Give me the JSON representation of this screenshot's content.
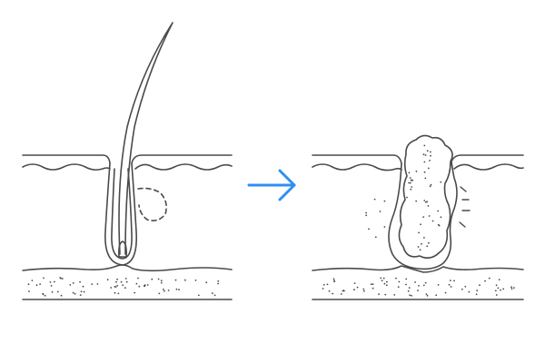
{
  "colors": {
    "line": "#4a4a4a",
    "arrow": "#2f8ff0",
    "background": "#ffffff"
  },
  "panels": [
    {
      "name": "healthy-follicle",
      "icon": "hair-follicle-with-sebaceous-gland"
    },
    {
      "name": "clogged-follicle",
      "icon": "inflamed-plugged-follicle"
    }
  ],
  "arrow": {
    "icon": "arrow-right-icon"
  }
}
